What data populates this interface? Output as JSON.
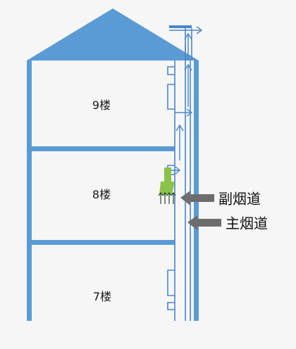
{
  "floors": {
    "top": "9楼",
    "middle": "8楼",
    "bottom": "7楼"
  },
  "callouts": {
    "secondary_flue": "副烟道",
    "main_flue": "主烟道"
  },
  "colors": {
    "building_blue": "#5b9bd5",
    "flue_line_blue": "#4a86c8",
    "arrow_gray": "#6d6d6d",
    "smoke_green": "#8bc34a",
    "background": "#f6f6f7"
  }
}
